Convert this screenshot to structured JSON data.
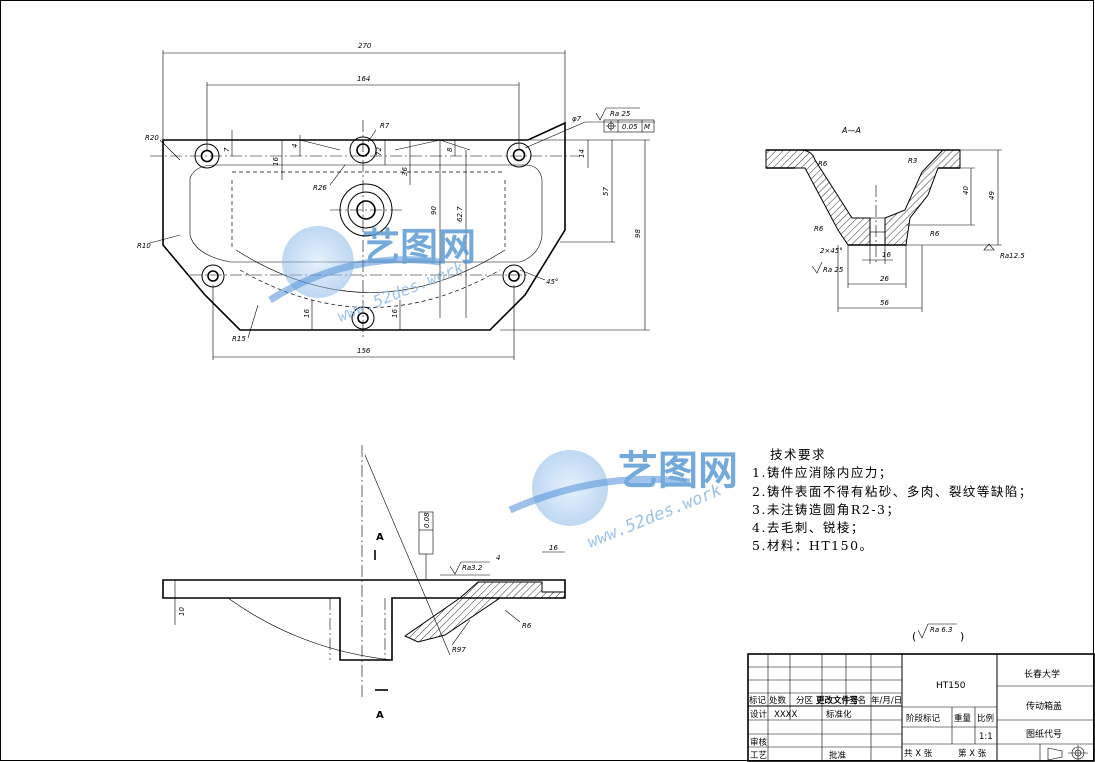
{
  "drawing": {
    "section_label": "A—A",
    "view_marker": "A",
    "view_marker_bottom": "A"
  },
  "top_view_dims": {
    "overall_width": "270",
    "hole_spacing": "164",
    "bottom_spacing": "156",
    "r20_left": "R20",
    "r7": "R7",
    "r26": "R26",
    "r10": "R10",
    "r15": "R15",
    "hole_dia": "φ7",
    "rough_top": "Ra 25",
    "position_tol": "0.05",
    "datum": "M",
    "d7": "7",
    "d4": "4",
    "d16": "16",
    "d72": "72",
    "d36": "36",
    "d8": "8",
    "d62": "62.7",
    "d90": "90",
    "d14": "14",
    "d57": "57",
    "d98": "98",
    "d16b": "16",
    "d16c": "16",
    "angle": "45°"
  },
  "section_dims": {
    "r6a": "R6",
    "r3": "R3",
    "r6b": "R6",
    "r6c": "R6",
    "h40": "40",
    "h49": "49",
    "chamfer": "2×45°",
    "ra25": "Ra 25",
    "w16": "16",
    "w26": "26",
    "w56": "56",
    "ra125": "Ra12.5"
  },
  "front_view_dims": {
    "flatness": "0.08",
    "ra32": "Ra3.2",
    "d4": "4",
    "d16": "16",
    "d10": "10",
    "r6": "R6",
    "r97": "R97"
  },
  "tech_requirements": {
    "title": "技术要求",
    "items": [
      "1.铸件应消除内应力；",
      "2.铸件表面不得有粘砂、多肉、裂纹等缺陷；",
      "3.未注铸造圆角R2-3；",
      "4.去毛刺、锐棱；",
      "5.材料：HT150。"
    ]
  },
  "surface_note": "Ra 6.3",
  "title_block": {
    "material": "HT150",
    "school": "长春大学",
    "part_name": "传动箱盖",
    "drawing_no_label": "图纸代号",
    "col_mark": "标记",
    "col_count": "处数",
    "col_zone": "分区",
    "col_change_doc": "更改文件号",
    "col_sign": "签名",
    "col_date": "年/月/日",
    "designer_label": "设计",
    "designer_value": "XXXX",
    "standard_label": "标准化",
    "stage_label": "阶段标记",
    "weight_label": "重量",
    "scale_label": "比例",
    "scale_value": "1:1",
    "review_label": "审核",
    "process_label": "工艺",
    "approve_label": "批准",
    "total_sheets": "共 X 张",
    "sheet_no": "第 X 张"
  },
  "watermark": {
    "brand": "艺图网",
    "url": "www.52des.work"
  }
}
